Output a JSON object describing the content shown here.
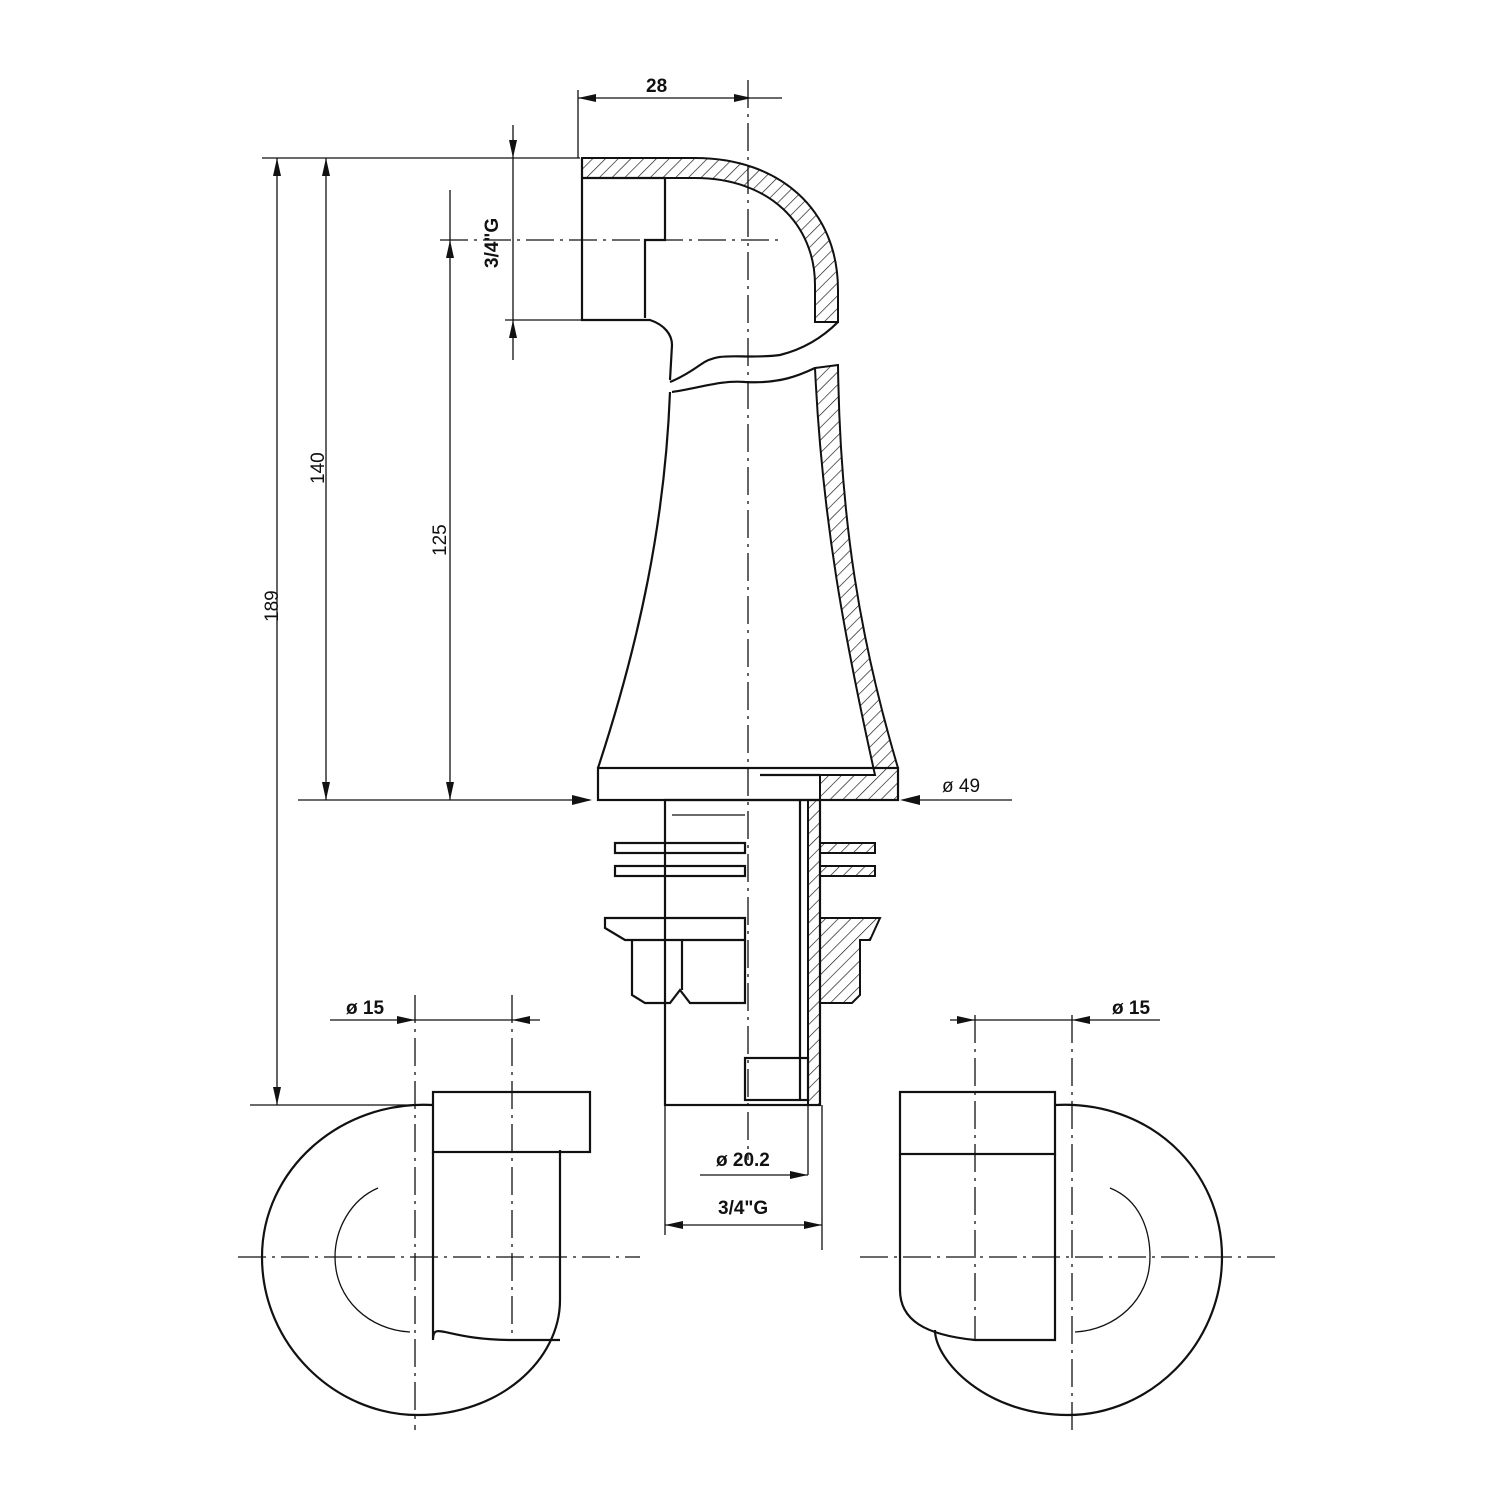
{
  "drawing": {
    "title": "Spout technical drawing",
    "dimensions": {
      "top_width": "28",
      "inlet_thread": "3/4\"G",
      "total_height": "189",
      "body_height": "140",
      "outlet_height": "125",
      "base_diameter": "ø 49",
      "left_pipe_diameter": "ø 15",
      "right_pipe_diameter": "ø 15",
      "bore_diameter": "ø 20.2",
      "shank_thread": "3/4\"G"
    }
  }
}
